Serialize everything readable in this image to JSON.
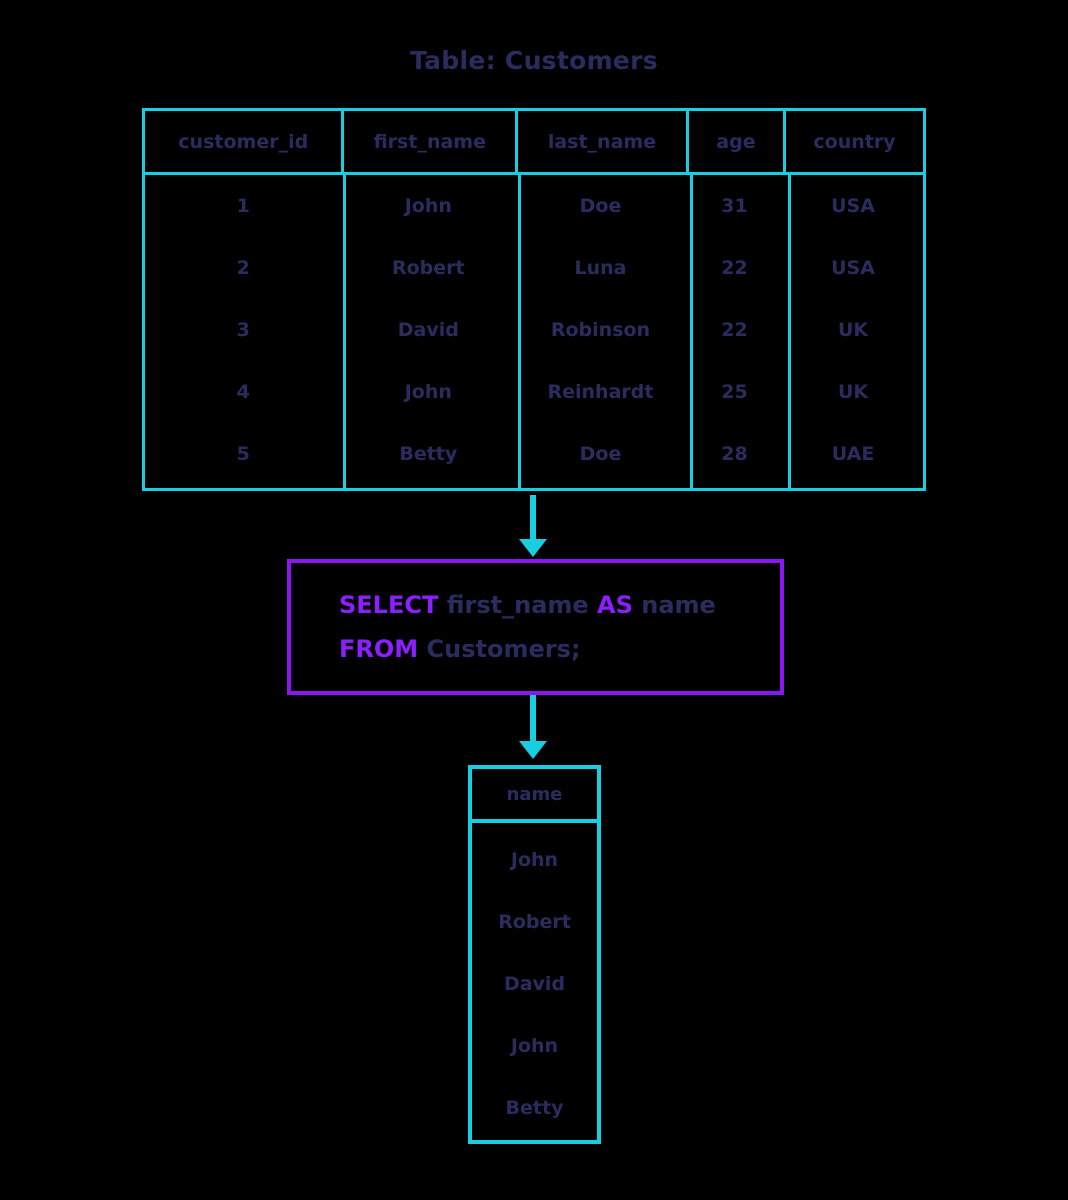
{
  "title": "Table: Customers",
  "source_table": {
    "columns": [
      "customer_id",
      "first_name",
      "last_name",
      "age",
      "country"
    ],
    "rows": [
      [
        "1",
        "John",
        "Doe",
        "31",
        "USA"
      ],
      [
        "2",
        "Robert",
        "Luna",
        "22",
        "USA"
      ],
      [
        "3",
        "David",
        "Robinson",
        "22",
        "UK"
      ],
      [
        "4",
        "John",
        "Reinhardt",
        "25",
        "UK"
      ],
      [
        "5",
        "Betty",
        "Doe",
        "28",
        "UAE"
      ]
    ]
  },
  "query": {
    "line1": {
      "kw1": "SELECT",
      "ident1": "first_name",
      "kw2": "AS",
      "ident2": "name"
    },
    "line2": {
      "kw1": "FROM",
      "ident1": "Customers;"
    }
  },
  "result_table": {
    "column": "name",
    "rows": [
      "John",
      "Robert",
      "David",
      "John",
      "Betty"
    ]
  },
  "colors": {
    "accent_cyan": "#17cfe0",
    "accent_purple": "#8a17f0",
    "keyword_purple": "#8b1fff",
    "text_navy": "#2b2c5e",
    "background": "#000000"
  }
}
